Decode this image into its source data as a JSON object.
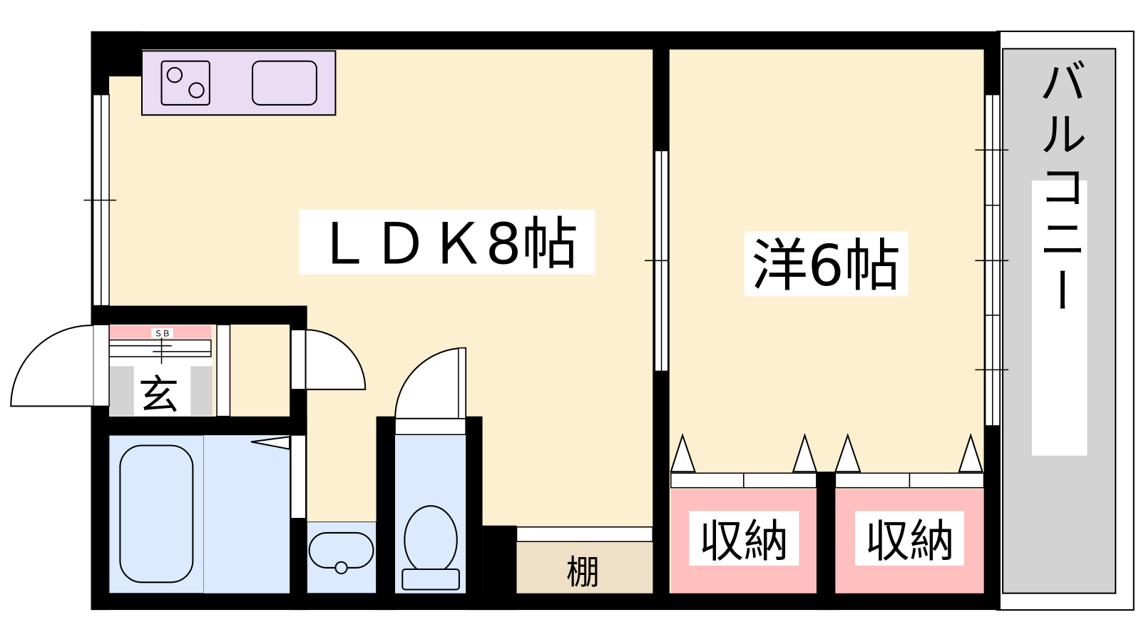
{
  "floorplan": {
    "rooms": {
      "ldk": "ＬＤＫ8帖",
      "western": "洋6帖",
      "balcony": "バルコニー",
      "storage_1": "収納",
      "storage_2": "収納",
      "shelf": "棚",
      "entrance": "玄",
      "shoebox": "ＳＢ"
    },
    "colors": {
      "wall": "#000000",
      "living": "#fdf0d0",
      "kitchen": "#eadcf5",
      "wet": "#dbeafe",
      "storage": "#ffbfbf",
      "shelf": "#eedfc6",
      "balcony": "#d3d3d3"
    }
  }
}
